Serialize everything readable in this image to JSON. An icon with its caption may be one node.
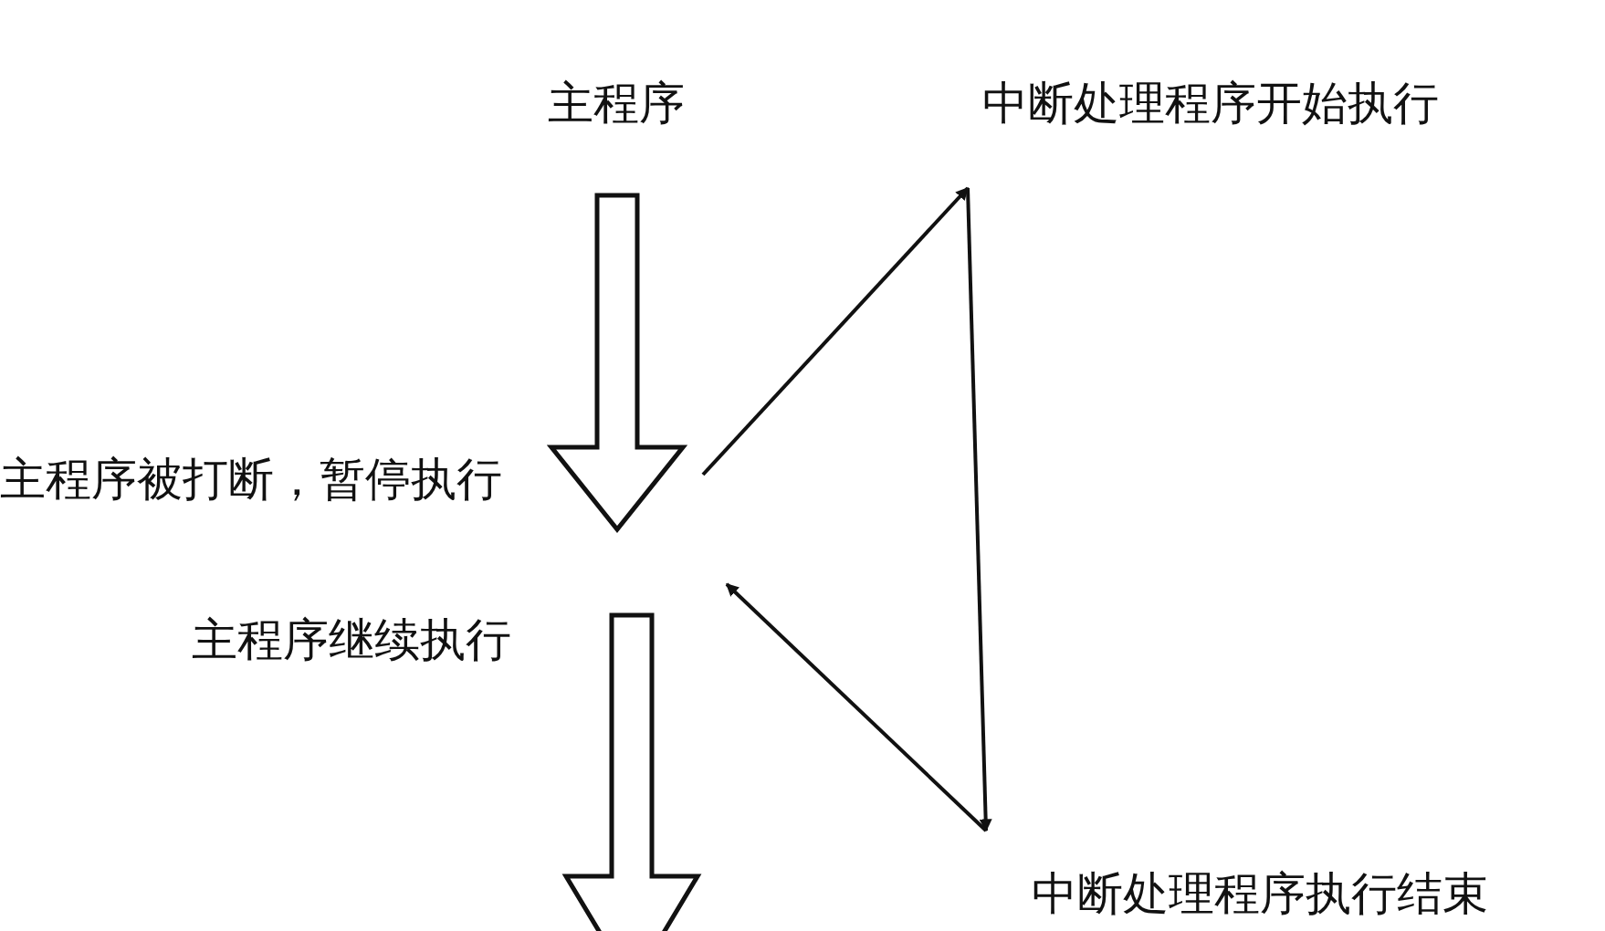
{
  "diagram": {
    "nodes": [
      {
        "text": [
          "主程序"
        ]
      },
      {
        "text": [
          "中断处理程序开始执行"
        ]
      },
      {
        "text": [
          "主程序被打断，暂停执行"
        ]
      },
      {
        "text": [
          "主程序继续执行"
        ]
      },
      {
        "text": [
          "中断处理程序执行结束"
        ]
      }
    ],
    "edges": [
      {
        "from": null,
        "to": 1,
        "arrow": "to"
      },
      {
        "from": 1,
        "to": 4,
        "arrow": "to"
      },
      {
        "from": 4,
        "to": null,
        "arrow": "to"
      }
    ]
  }
}
